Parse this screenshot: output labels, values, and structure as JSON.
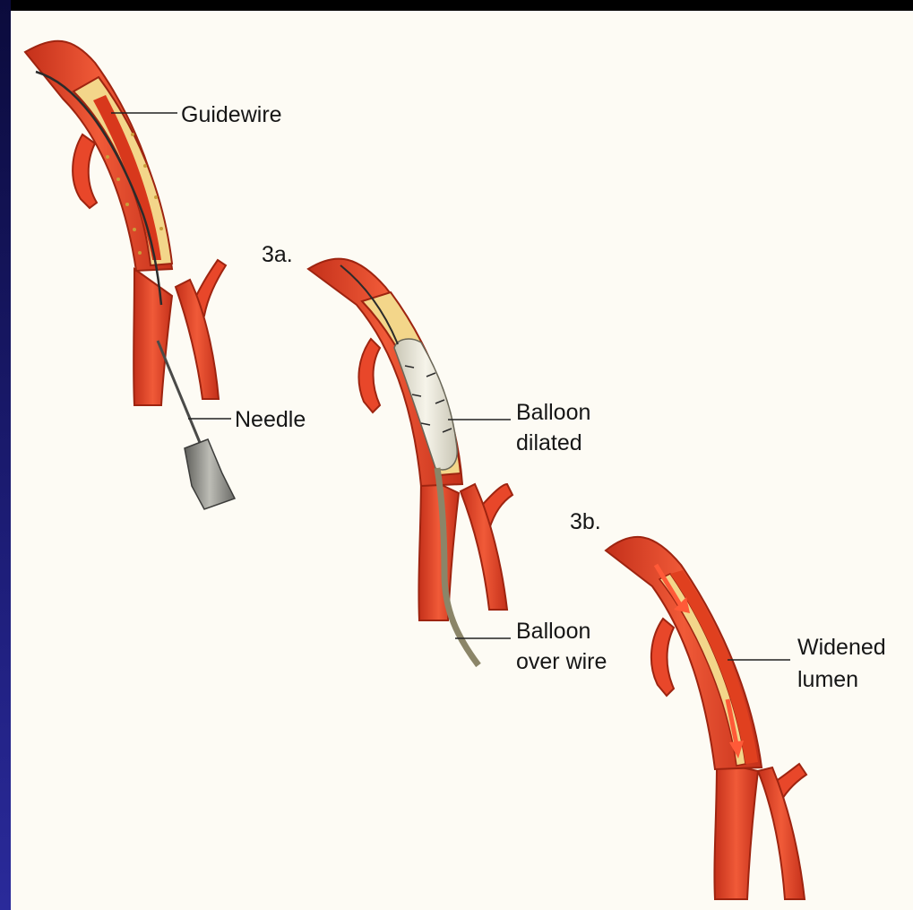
{
  "figure": {
    "steps": {
      "step_3a": "3a.",
      "step_3b": "3b."
    },
    "labels": {
      "guidewire": "Guidewire",
      "needle": "Needle",
      "balloon_dilated_line1": "Balloon",
      "balloon_dilated_line2": "dilated",
      "balloon_over_wire_line1": "Balloon",
      "balloon_over_wire_line2": "over wire",
      "widened_lumen_line1": "Widened",
      "widened_lumen_line2": "lumen"
    },
    "colors": {
      "artery": "#e8472a",
      "artery_dark": "#b82a14",
      "plaque": "#f3d68a",
      "balloon": "#e9e6d8",
      "needle_hub": "#8c8c88",
      "frame": "#0a0a1e"
    }
  }
}
